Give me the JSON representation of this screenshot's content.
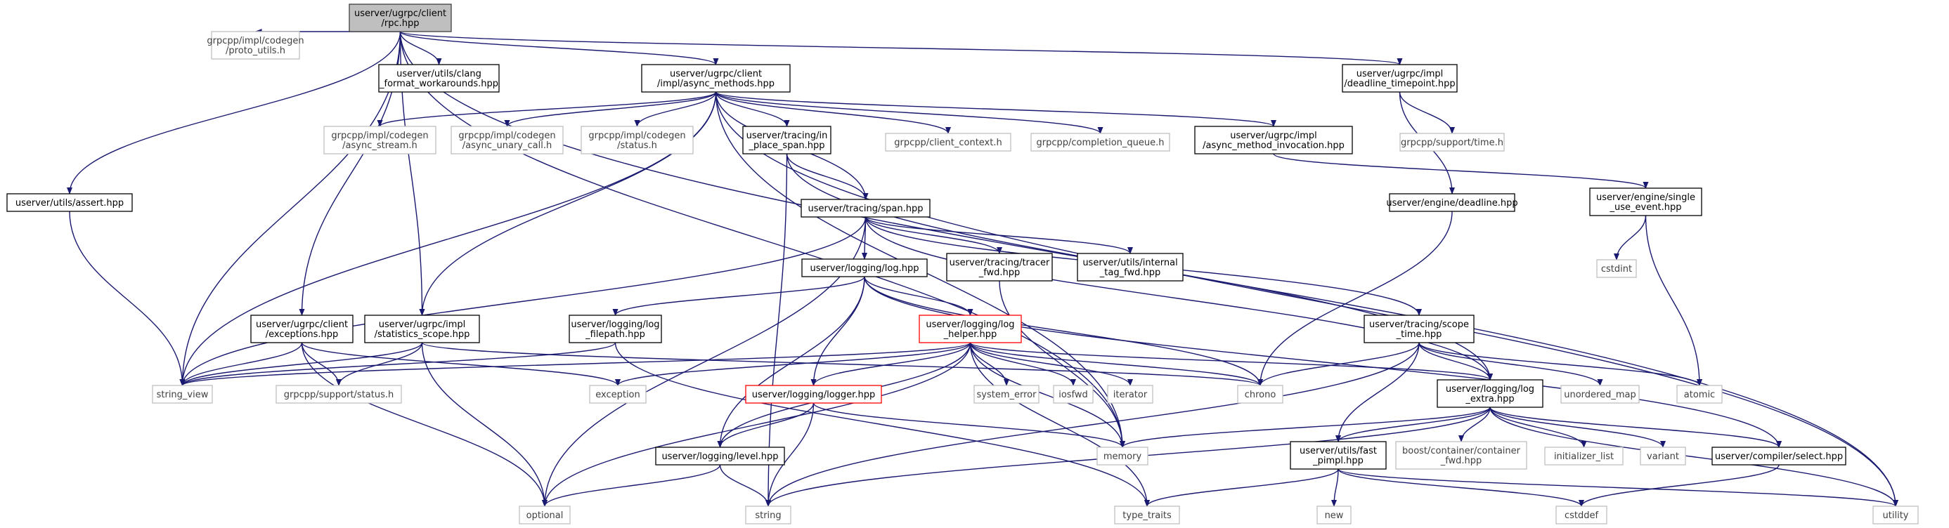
{
  "colors": {
    "edge": "#191970",
    "root_fill": "#bfbfbf",
    "highlight_border": "#ff0000",
    "external_border": "#bfbfbf"
  },
  "nodes": [
    {
      "id": "rpc",
      "kind": "root",
      "lines": [
        "userver/ugrpc/client",
        "/rpc.hpp"
      ]
    },
    {
      "id": "proto_utils",
      "kind": "external",
      "lines": [
        "grpcpp/impl/codegen",
        "/proto_utils.h"
      ]
    },
    {
      "id": "clang_fmt",
      "kind": "normal",
      "lines": [
        "userver/utils/clang",
        "_format_workarounds.hpp"
      ]
    },
    {
      "id": "async_methods",
      "kind": "normal",
      "lines": [
        "userver/ugrpc/client",
        "/impl/async_methods.hpp"
      ]
    },
    {
      "id": "deadline_tp",
      "kind": "normal",
      "lines": [
        "userver/ugrpc/impl",
        "/deadline_timepoint.hpp"
      ]
    },
    {
      "id": "assert",
      "kind": "normal",
      "lines": [
        "userver/utils/assert.hpp"
      ]
    },
    {
      "id": "async_stream",
      "kind": "external",
      "lines": [
        "grpcpp/impl/codegen",
        "/async_stream.h"
      ]
    },
    {
      "id": "async_unary",
      "kind": "external",
      "lines": [
        "grpcpp/impl/codegen",
        "/async_unary_call.h"
      ]
    },
    {
      "id": "status_h",
      "kind": "external",
      "lines": [
        "grpcpp/impl/codegen",
        "/status.h"
      ]
    },
    {
      "id": "in_place_span",
      "kind": "normal",
      "lines": [
        "userver/tracing/in",
        "_place_span.hpp"
      ]
    },
    {
      "id": "client_context",
      "kind": "external",
      "lines": [
        "grpcpp/client_context.h"
      ]
    },
    {
      "id": "completion_queue",
      "kind": "external",
      "lines": [
        "grpcpp/completion_queue.h"
      ]
    },
    {
      "id": "async_invocation",
      "kind": "normal",
      "lines": [
        "userver/ugrpc/impl",
        "/async_method_invocation.hpp"
      ]
    },
    {
      "id": "time_h",
      "kind": "external",
      "lines": [
        "grpcpp/support/time.h"
      ]
    },
    {
      "id": "deadline",
      "kind": "normal",
      "lines": [
        "userver/engine/deadline.hpp"
      ]
    },
    {
      "id": "single_use",
      "kind": "normal",
      "lines": [
        "userver/engine/single",
        "_use_event.hpp"
      ]
    },
    {
      "id": "span",
      "kind": "normal",
      "lines": [
        "userver/tracing/span.hpp"
      ]
    },
    {
      "id": "cstdint",
      "kind": "external",
      "lines": [
        "cstdint"
      ]
    },
    {
      "id": "log",
      "kind": "normal",
      "lines": [
        "userver/logging/log.hpp"
      ]
    },
    {
      "id": "tracer_fwd",
      "kind": "normal",
      "lines": [
        "userver/tracing/tracer",
        "_fwd.hpp"
      ]
    },
    {
      "id": "internal_tag",
      "kind": "normal",
      "lines": [
        "userver/utils/internal",
        "_tag_fwd.hpp"
      ]
    },
    {
      "id": "exceptions",
      "kind": "normal",
      "lines": [
        "userver/ugrpc/client",
        "/exceptions.hpp"
      ]
    },
    {
      "id": "stats_scope",
      "kind": "normal",
      "lines": [
        "userver/ugrpc/impl",
        "/statistics_scope.hpp"
      ]
    },
    {
      "id": "log_filepath",
      "kind": "normal",
      "lines": [
        "userver/logging/log",
        "_filepath.hpp"
      ]
    },
    {
      "id": "log_helper",
      "kind": "highlight",
      "lines": [
        "userver/logging/log",
        "_helper.hpp"
      ]
    },
    {
      "id": "scope_time",
      "kind": "normal",
      "lines": [
        "userver/tracing/scope",
        "_time.hpp"
      ]
    },
    {
      "id": "string_view",
      "kind": "external",
      "lines": [
        "string_view"
      ]
    },
    {
      "id": "status_support",
      "kind": "external",
      "lines": [
        "grpcpp/support/status.h"
      ]
    },
    {
      "id": "exception",
      "kind": "external",
      "lines": [
        "exception"
      ]
    },
    {
      "id": "logger",
      "kind": "highlight",
      "lines": [
        "userver/logging/logger.hpp"
      ]
    },
    {
      "id": "system_error",
      "kind": "external",
      "lines": [
        "system_error"
      ]
    },
    {
      "id": "iosfwd",
      "kind": "external",
      "lines": [
        "iosfwd"
      ]
    },
    {
      "id": "iterator",
      "kind": "external",
      "lines": [
        "iterator"
      ]
    },
    {
      "id": "chrono",
      "kind": "external",
      "lines": [
        "chrono"
      ]
    },
    {
      "id": "log_extra",
      "kind": "normal",
      "lines": [
        "userver/logging/log",
        "_extra.hpp"
      ]
    },
    {
      "id": "unordered_map",
      "kind": "external",
      "lines": [
        "unordered_map"
      ]
    },
    {
      "id": "atomic",
      "kind": "external",
      "lines": [
        "atomic"
      ]
    },
    {
      "id": "level",
      "kind": "normal",
      "lines": [
        "userver/logging/level.hpp"
      ]
    },
    {
      "id": "memory",
      "kind": "external",
      "lines": [
        "memory"
      ]
    },
    {
      "id": "fast_pimpl",
      "kind": "normal",
      "lines": [
        "userver/utils/fast",
        "_pimpl.hpp"
      ]
    },
    {
      "id": "container_fwd",
      "kind": "external",
      "lines": [
        "boost/container/container",
        "_fwd.hpp"
      ]
    },
    {
      "id": "initializer_list",
      "kind": "external",
      "lines": [
        "initializer_list"
      ]
    },
    {
      "id": "variant",
      "kind": "external",
      "lines": [
        "variant"
      ]
    },
    {
      "id": "select",
      "kind": "normal",
      "lines": [
        "userver/compiler/select.hpp"
      ]
    },
    {
      "id": "optional",
      "kind": "external",
      "lines": [
        "optional"
      ]
    },
    {
      "id": "string",
      "kind": "external",
      "lines": [
        "string"
      ]
    },
    {
      "id": "type_traits",
      "kind": "external",
      "lines": [
        "type_traits"
      ]
    },
    {
      "id": "new",
      "kind": "external",
      "lines": [
        "new"
      ]
    },
    {
      "id": "cstddef",
      "kind": "external",
      "lines": [
        "cstddef"
      ]
    },
    {
      "id": "utility",
      "kind": "external",
      "lines": [
        "utility"
      ]
    }
  ],
  "edges": [
    [
      "rpc",
      "proto_utils"
    ],
    [
      "rpc",
      "clang_fmt"
    ],
    [
      "rpc",
      "async_methods"
    ],
    [
      "rpc",
      "deadline_tp"
    ],
    [
      "rpc",
      "assert"
    ],
    [
      "rpc",
      "string_view"
    ],
    [
      "rpc",
      "exceptions"
    ],
    [
      "rpc",
      "stats_scope"
    ],
    [
      "rpc",
      "memory"
    ],
    [
      "rpc",
      "utility"
    ],
    [
      "async_methods",
      "async_stream"
    ],
    [
      "async_methods",
      "async_unary"
    ],
    [
      "async_methods",
      "status_h"
    ],
    [
      "async_methods",
      "in_place_span"
    ],
    [
      "async_methods",
      "client_context"
    ],
    [
      "async_methods",
      "completion_queue"
    ],
    [
      "async_methods",
      "async_invocation"
    ],
    [
      "async_methods",
      "span"
    ],
    [
      "async_methods",
      "stats_scope"
    ],
    [
      "async_methods",
      "string_view"
    ],
    [
      "async_methods",
      "memory"
    ],
    [
      "async_methods",
      "utility"
    ],
    [
      "deadline_tp",
      "time_h"
    ],
    [
      "deadline_tp",
      "deadline"
    ],
    [
      "async_invocation",
      "single_use"
    ],
    [
      "single_use",
      "cstdint"
    ],
    [
      "single_use",
      "atomic"
    ],
    [
      "deadline",
      "chrono"
    ],
    [
      "assert",
      "string_view"
    ],
    [
      "in_place_span",
      "span"
    ],
    [
      "in_place_span",
      "string"
    ],
    [
      "in_place_span",
      "log_extra"
    ],
    [
      "span",
      "log"
    ],
    [
      "span",
      "tracer_fwd"
    ],
    [
      "span",
      "internal_tag"
    ],
    [
      "span",
      "scope_time"
    ],
    [
      "span",
      "string_view"
    ],
    [
      "span",
      "optional"
    ],
    [
      "span",
      "log_extra"
    ],
    [
      "tracer_fwd",
      "memory"
    ],
    [
      "log",
      "log_filepath"
    ],
    [
      "log",
      "log_helper"
    ],
    [
      "log",
      "logger"
    ],
    [
      "log",
      "level"
    ],
    [
      "log",
      "chrono"
    ],
    [
      "log",
      "select"
    ],
    [
      "log_filepath",
      "string_view"
    ],
    [
      "log_filepath",
      "type_traits"
    ],
    [
      "exceptions",
      "string_view"
    ],
    [
      "exceptions",
      "status_support"
    ],
    [
      "exceptions",
      "exception"
    ],
    [
      "exceptions",
      "optional"
    ],
    [
      "stats_scope",
      "string_view"
    ],
    [
      "stats_scope",
      "status_support"
    ],
    [
      "stats_scope",
      "optional"
    ],
    [
      "stats_scope",
      "chrono"
    ],
    [
      "log_helper",
      "string_view"
    ],
    [
      "log_helper",
      "exception"
    ],
    [
      "log_helper",
      "logger"
    ],
    [
      "log_helper",
      "system_error"
    ],
    [
      "log_helper",
      "iosfwd"
    ],
    [
      "log_helper",
      "iterator"
    ],
    [
      "log_helper",
      "chrono"
    ],
    [
      "log_helper",
      "log_extra"
    ],
    [
      "log_helper",
      "level"
    ],
    [
      "log_helper",
      "memory"
    ],
    [
      "log_helper",
      "optional"
    ],
    [
      "log_helper",
      "type_traits"
    ],
    [
      "logger",
      "level"
    ],
    [
      "logger",
      "memory"
    ],
    [
      "logger",
      "string"
    ],
    [
      "level",
      "optional"
    ],
    [
      "level",
      "string"
    ],
    [
      "scope_time",
      "chrono"
    ],
    [
      "scope_time",
      "log_extra"
    ],
    [
      "scope_time",
      "unordered_map"
    ],
    [
      "scope_time",
      "atomic"
    ],
    [
      "scope_time",
      "string"
    ],
    [
      "scope_time",
      "fast_pimpl"
    ],
    [
      "log_extra",
      "fast_pimpl"
    ],
    [
      "log_extra",
      "container_fwd"
    ],
    [
      "log_extra",
      "initializer_list"
    ],
    [
      "log_extra",
      "variant"
    ],
    [
      "log_extra",
      "select"
    ],
    [
      "log_extra",
      "memory"
    ],
    [
      "log_extra",
      "string"
    ],
    [
      "log_extra",
      "utility"
    ],
    [
      "fast_pimpl",
      "new"
    ],
    [
      "fast_pimpl",
      "cstddef"
    ],
    [
      "fast_pimpl",
      "type_traits"
    ],
    [
      "fast_pimpl",
      "utility"
    ],
    [
      "select",
      "cstddef"
    ]
  ]
}
